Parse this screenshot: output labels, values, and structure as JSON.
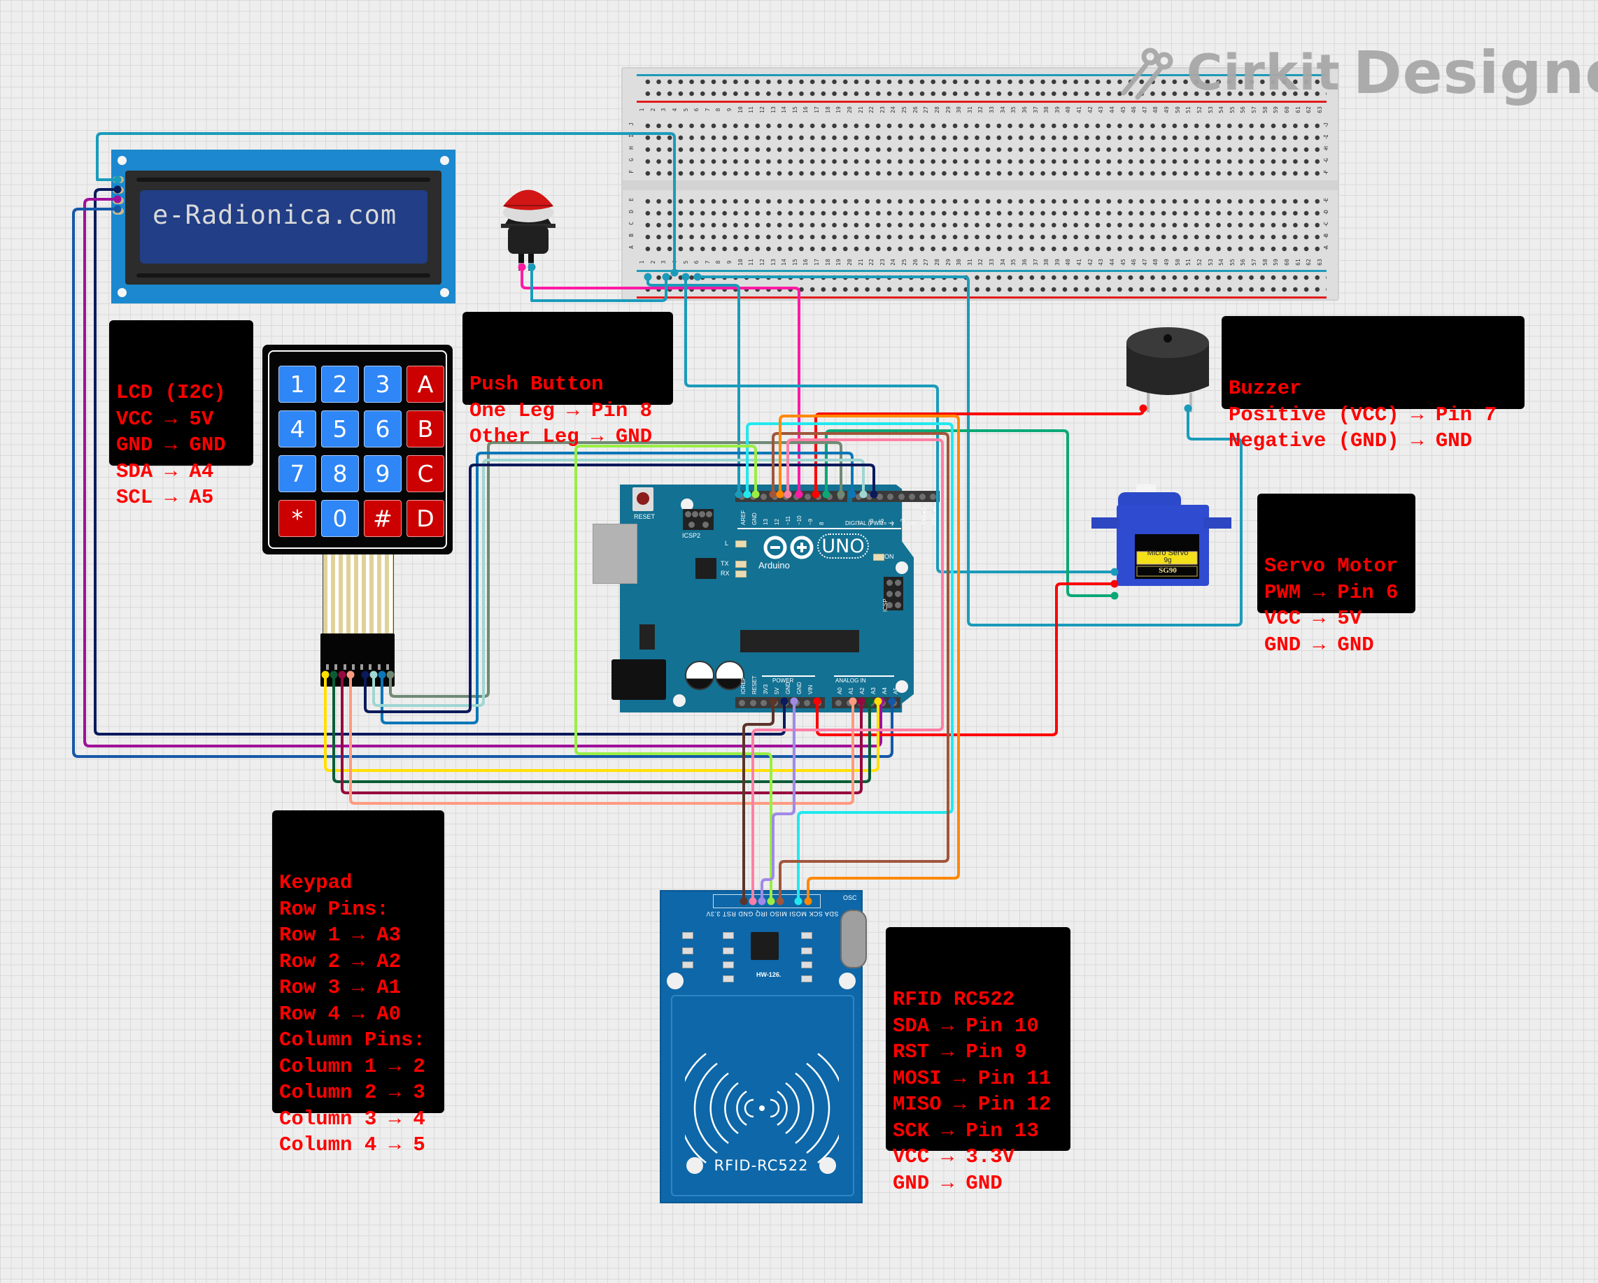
{
  "app": {
    "brand_left": "Cirkit",
    "brand_right": "Designer"
  },
  "annotations": {
    "lcd": [
      "LCD (I2C)",
      "VCC → 5V",
      "GND → GND",
      "SDA → A4",
      "SCL → A5"
    ],
    "push_button": [
      "Push Button",
      "One Leg → Pin 8",
      "Other Leg → GND"
    ],
    "buzzer": [
      "Buzzer",
      "Positive (VCC) → Pin 7",
      "Negative (GND) → GND"
    ],
    "servo": [
      "Servo Motor",
      "PWM → Pin 6",
      "VCC → 5V",
      "GND → GND"
    ],
    "keypad": [
      "Keypad",
      "Row Pins:",
      "Row 1 → A3",
      "Row 2 → A2",
      "Row 3 → A1",
      "Row 4 → A0",
      "Column Pins:",
      "Column 1 → 2",
      "Column 2 → 3",
      "Column 3 → 4",
      "Column 4 → 5"
    ],
    "rfid": [
      "RFID RC522",
      "SDA → Pin 10",
      "RST → Pin 9",
      "MOSI → Pin 11",
      "MISO → Pin 12",
      "SCK → Pin 13",
      "VCC → 3.3V",
      "GND → GND"
    ]
  },
  "components": {
    "lcd": {
      "display_text": "e-Radionica.com"
    },
    "keypad": {
      "keys": [
        "1",
        "2",
        "3",
        "A",
        "4",
        "5",
        "6",
        "B",
        "7",
        "8",
        "9",
        "C",
        "*",
        "0",
        "#",
        "D"
      ],
      "key_colors": [
        "blue",
        "blue",
        "blue",
        "red",
        "blue",
        "blue",
        "blue",
        "red",
        "blue",
        "blue",
        "blue",
        "red",
        "red",
        "blue",
        "red",
        "red"
      ]
    },
    "arduino": {
      "reset_label": "RESET",
      "icsp2_label": "ICSP2",
      "icsp_label": "ICSP",
      "brand": "Arduino",
      "model": "UNO",
      "on_label": "ON",
      "led_labels": [
        "L",
        "TX",
        "RX"
      ],
      "digital_label": "DIGITAL (PWM= ~)",
      "power_label": "POWER",
      "analog_label": "ANALOG IN",
      "digital_pins": [
        "AREF",
        "GND",
        "13",
        "12",
        "~11",
        "~10",
        "~9",
        "8",
        "7",
        "~6",
        "~5",
        "4",
        "~3",
        "2",
        "TX0 ▸1",
        "RX0 ◂0"
      ],
      "power_pins": [
        "IOREF",
        "RESET",
        "3V3",
        "5V",
        "GND",
        "GND",
        "VIN"
      ],
      "analog_pins": [
        "A0",
        "A1",
        "A2",
        "A3",
        "A4",
        "A5"
      ]
    },
    "rfid": {
      "name": "RFID-RC522",
      "board_id": "HW-126.",
      "pins": [
        "3.3V",
        "RST",
        "GND",
        "IRQ",
        "MISO",
        "MOSI",
        "SCK",
        "SDA"
      ],
      "osc_label": "OSC"
    },
    "servo": {
      "label_top": "Micro Servo",
      "label_weight": "9g",
      "model": "SG90"
    },
    "breadboard": {
      "columns": 63,
      "row_labels_top": [
        "J",
        "I",
        "H",
        "G",
        "F"
      ],
      "row_labels_bottom": [
        "E",
        "D",
        "C",
        "B",
        "A"
      ]
    }
  },
  "wire_colors": {
    "teal": "#1a9bba",
    "navy": "#0a1a5c",
    "magenta": "#a0109a",
    "blue": "#1558a8",
    "pink": "#ff1aa3",
    "cyan": "#22e8ee",
    "lime": "#99ee44",
    "brown": "#a0563c",
    "orange": "#ff8800",
    "rose": "#ff7fa5",
    "red": "#ff0000",
    "green": "#0aa876",
    "sage": "#6f8a73",
    "steel": "#0b77b8",
    "mint": "#9fd6d2",
    "yellow": "#ffe000",
    "forest": "#0b5c36",
    "maroon": "#96093e",
    "salmon": "#ff9a80",
    "lavender": "#9f8ae6",
    "dbrown": "#5c3429"
  }
}
